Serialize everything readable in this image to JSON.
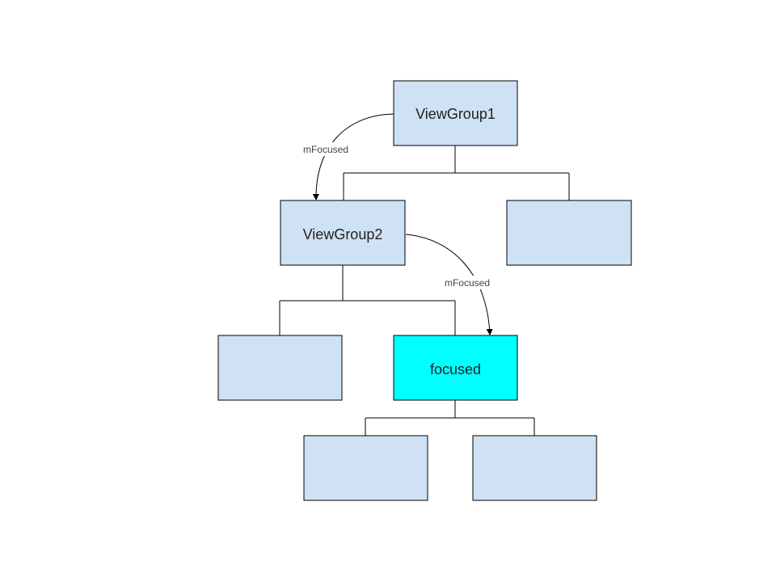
{
  "diagram": {
    "colors": {
      "node_fill": "#cfe2f3",
      "focused_fill": "#00ffff",
      "stroke": "#000000"
    },
    "nodes": {
      "viewgroup1": {
        "label": "ViewGroup1"
      },
      "viewgroup2": {
        "label": "ViewGroup2"
      },
      "focused": {
        "label": "focused"
      }
    },
    "edges": {
      "vg1_to_vg2": {
        "label": "mFocused"
      },
      "vg2_to_focused": {
        "label": "mFocused"
      }
    }
  }
}
